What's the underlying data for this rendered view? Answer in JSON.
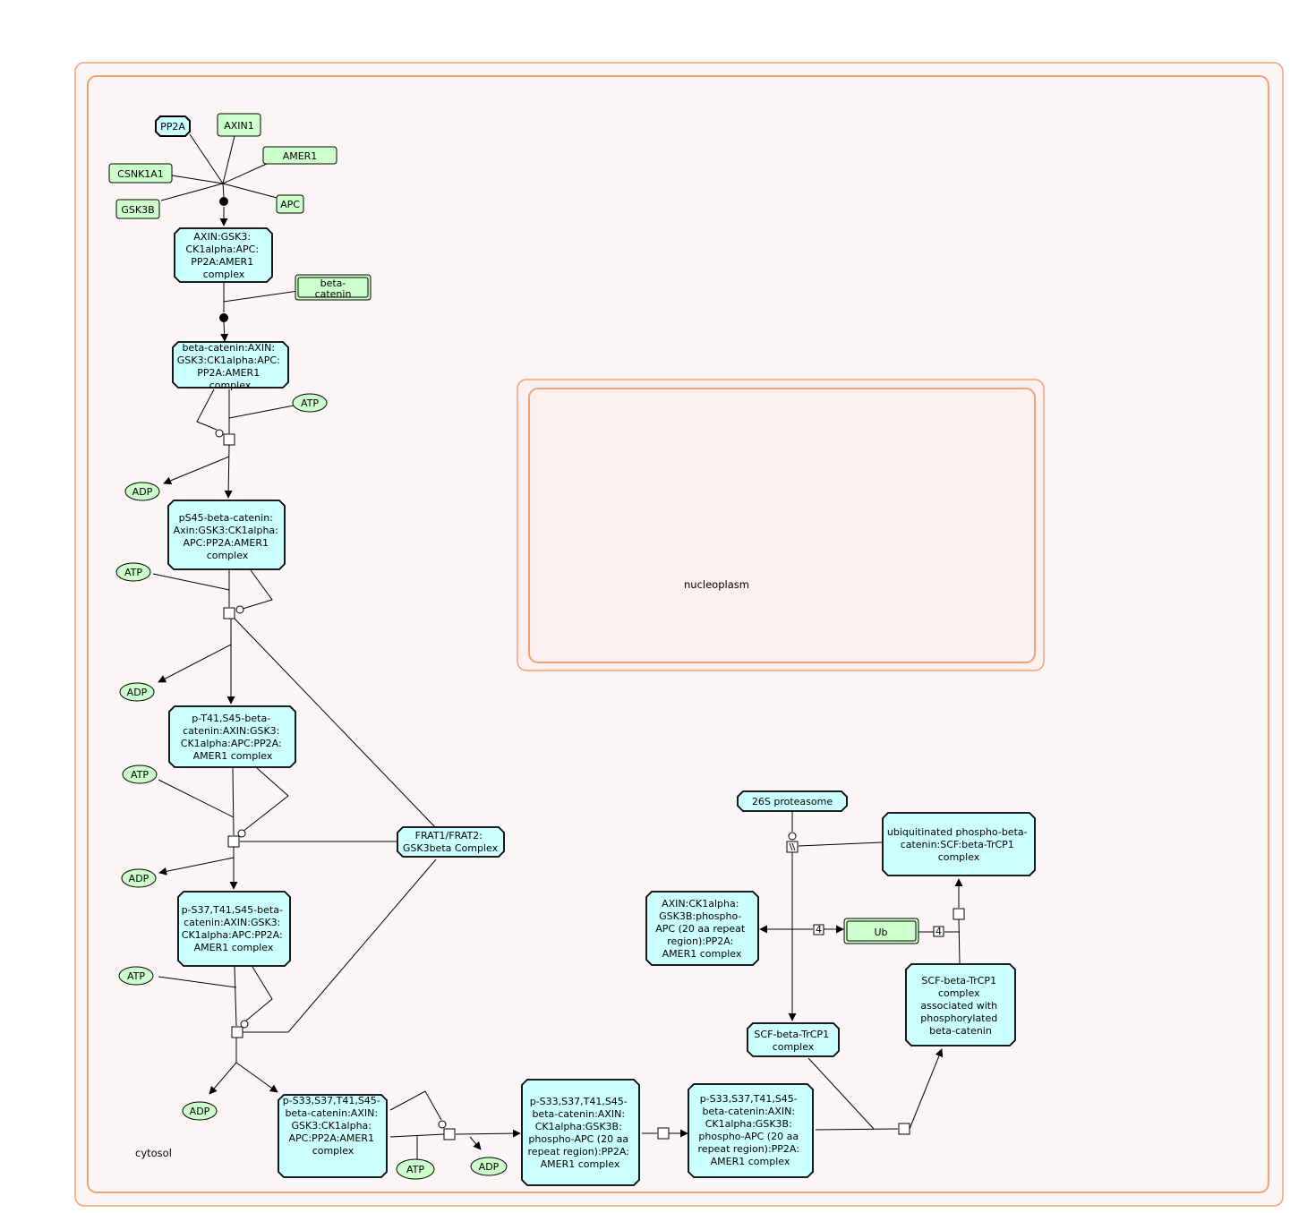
{
  "compartments": {
    "cytosol": "cytosol",
    "nucleoplasm": "nucleoplasm"
  },
  "entities": {
    "pp2a": "PP2A",
    "axin1": "AXIN1",
    "amer1": "AMER1",
    "csnk1a1": "CSNK1A1",
    "gsk3b": "GSK3B",
    "apc": "APC",
    "beta_catenin": [
      "beta-",
      "catenin"
    ],
    "ub": "Ub"
  },
  "complexes": {
    "destruction_complex": [
      "AXIN:GSK3:",
      "CK1alpha:APC:",
      "PP2A:AMER1",
      "complex"
    ],
    "bcat_complex": [
      "beta-catenin:AXIN:",
      "GSK3:CK1alpha:APC:",
      "PP2A:AMER1",
      "complex"
    ],
    "ps45_complex": [
      "pS45-beta-catenin:",
      "Axin:GSK3:CK1alpha:",
      "APC:PP2A:AMER1",
      "complex"
    ],
    "pt41_complex": [
      "p-T41,S45-beta-",
      "catenin:AXIN:GSK3:",
      "CK1alpha:APC:PP2A:",
      "AMER1 complex"
    ],
    "ps37_complex": [
      "p-S37,T41,S45-beta-",
      "catenin:AXIN:GSK3:",
      "CK1alpha:APC:PP2A:",
      "AMER1 complex"
    ],
    "ps33_complex": [
      "p-S33,S37,T41,S45-",
      "beta-catenin:AXIN:",
      "GSK3:CK1alpha:",
      "APC:PP2A:AMER1",
      "complex"
    ],
    "ps33_phosphoapc_a": [
      "p-S33,S37,T41,S45-",
      "beta-catenin:AXIN:",
      "CK1alpha:GSK3B:",
      "phospho-APC (20 aa",
      "repeat region):PP2A:",
      "AMER1 complex"
    ],
    "ps33_phosphoapc_b": [
      "p-S33,S37,T41,S45-",
      "beta-catenin:AXIN:",
      "CK1alpha:GSK3B:",
      "phospho-APC (20 aa",
      "repeat region):PP2A:",
      "AMER1 complex"
    ],
    "frat_complex": [
      "FRAT1/FRAT2:",
      "GSK3beta Complex"
    ],
    "proteasome": [
      "26S proteasome"
    ],
    "ubiq_complex": [
      "ubiquitinated phospho-beta-",
      "catenin:SCF:beta-TrCP1",
      "complex"
    ],
    "axin_phosphoapc": [
      "AXIN:CK1alpha:",
      "GSK3B:phospho-",
      "APC (20 aa repeat",
      "region):PP2A:",
      "AMER1 complex"
    ],
    "scf_btrcp1": [
      "SCF-beta-TrCP1",
      "complex"
    ],
    "scf_assoc": [
      "SCF-beta-TrCP1",
      "complex",
      "associated with",
      "phosphorylated",
      "beta-catenin"
    ]
  },
  "small_molecules": {
    "atp": "ATP",
    "adp": "ADP"
  },
  "stoichiometry": {
    "ub_left": "4",
    "ub_right": "4"
  },
  "colors": {
    "compartment_border": "#f0a276",
    "compartment_fill": "#fbf6f5",
    "nucleus_fill": "#fcf0f0",
    "complex_fill": "#ccffff",
    "protein_fill": "#ccffcc",
    "line": "#000000"
  }
}
